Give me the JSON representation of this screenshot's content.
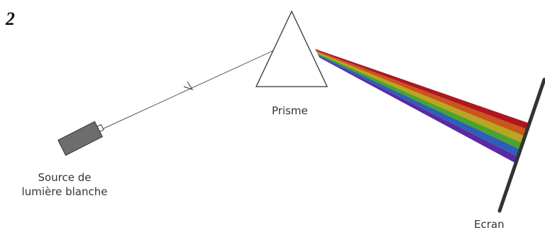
{
  "figure_number": "2",
  "labels": {
    "prism": "Prisme",
    "source_line1": "Source de",
    "source_line2": "lumière blanche",
    "screen": "Ecran"
  },
  "colors": {
    "source_body": "#6d6d6d",
    "outline": "#333333",
    "incident_ray": "#555555",
    "screen": "#333333",
    "spectrum": [
      "#b0161e",
      "#c9561a",
      "#b8a521",
      "#49a32e",
      "#2d5fb8",
      "#5a2aa0"
    ]
  }
}
